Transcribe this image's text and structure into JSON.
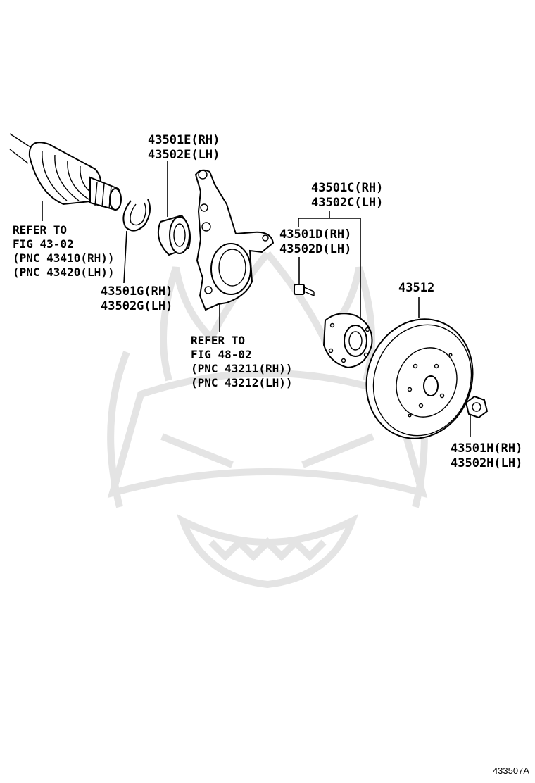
{
  "labels": {
    "drive_shaft": [
      "REFER TO",
      "FIG 43-02",
      "(PNC 43410(RH))",
      "(PNC 43420(LH))"
    ],
    "bearing": [
      "43501E(RH)",
      "43502E(LH)"
    ],
    "snap_ring": [
      "43501G(RH)",
      "43502G(LH)"
    ],
    "knuckle": [
      "REFER TO",
      "FIG 48-02",
      "(PNC 43211(RH))",
      "(PNC 43212(LH))"
    ],
    "hub": [
      "43501C(RH)",
      "43502C(LH)"
    ],
    "hub_bolt": [
      "43501D(RH)",
      "43502D(LH)"
    ],
    "disc": "43512",
    "hub_nut": [
      "43501H(RH)",
      "43502H(LH)"
    ]
  },
  "figure_code": "433507A",
  "colors": {
    "line": "#000000",
    "watermark": "#e4e4e4",
    "background": "#ffffff"
  }
}
